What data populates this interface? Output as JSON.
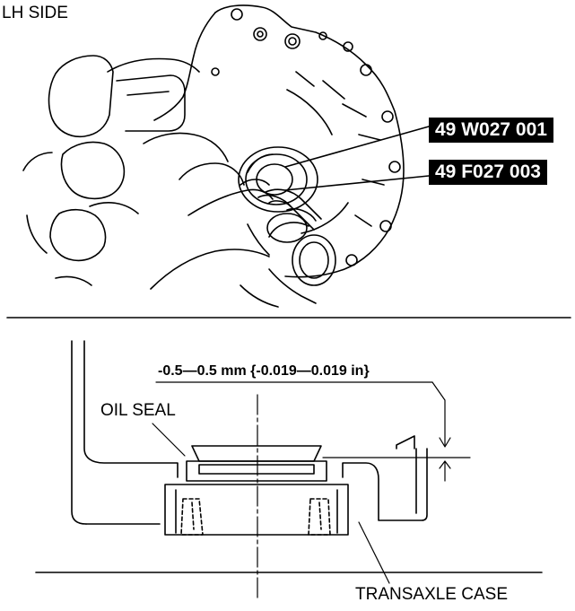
{
  "labels": {
    "view": "LH SIDE",
    "tool_a": "49 W027 001",
    "tool_b": "49 F027 003",
    "dimension": "-0.5—0.5 mm {-0.019—0.019 in}",
    "oil_seal": "OIL SEAL",
    "transaxle_case": "TRANSAXLE CASE"
  }
}
